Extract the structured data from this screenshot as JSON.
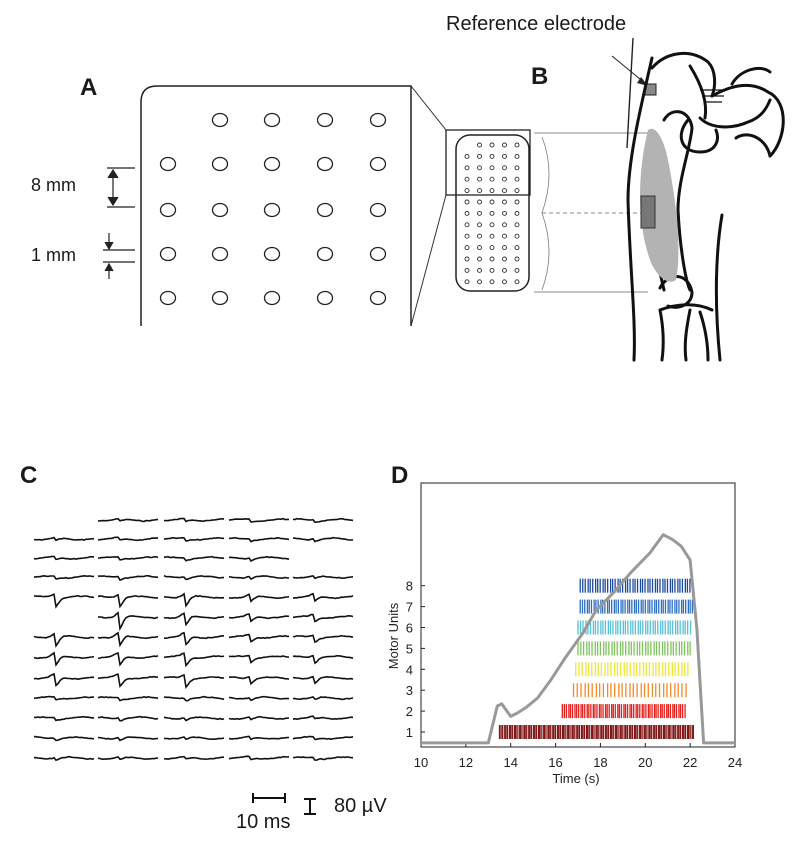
{
  "panels": {
    "a": "A",
    "b": "B",
    "c": "C",
    "d": "D"
  },
  "panel_a": {
    "dim_spacing": "8 mm",
    "dim_diameter": "1 mm"
  },
  "panel_b": {
    "reference_label": "Reference electrode"
  },
  "panel_c": {
    "scale_time": "10 ms",
    "scale_amp": "80 µV"
  },
  "chart_data": {
    "type": "raster",
    "xlabel": "Time (s)",
    "ylabel": "Motor Units",
    "xlim": [
      10,
      24
    ],
    "x_ticks": [
      10,
      12,
      14,
      16,
      18,
      20,
      22,
      24
    ],
    "y_ticks": [
      1,
      2,
      3,
      4,
      5,
      6,
      7,
      8
    ],
    "force_trace": {
      "color": "#999999",
      "points": [
        [
          10,
          0.05
        ],
        [
          13.0,
          0.05
        ],
        [
          13.4,
          1.65
        ],
        [
          13.6,
          1.75
        ],
        [
          14.0,
          1.2
        ],
        [
          14.3,
          1.35
        ],
        [
          14.7,
          1.6
        ],
        [
          15.2,
          2.0
        ],
        [
          15.8,
          2.8
        ],
        [
          16.4,
          3.7
        ],
        [
          17.2,
          4.8
        ],
        [
          17.8,
          5.8
        ],
        [
          18.6,
          6.6
        ],
        [
          19.4,
          7.5
        ],
        [
          20.2,
          8.3
        ],
        [
          20.8,
          9.1
        ],
        [
          21.2,
          8.9
        ],
        [
          21.6,
          8.6
        ],
        [
          22.0,
          8.0
        ],
        [
          22.3,
          5.0
        ],
        [
          22.6,
          0.05
        ],
        [
          24,
          0.05
        ]
      ]
    },
    "series": [
      {
        "unit": 1,
        "start": 13.5,
        "end": 22.2,
        "rate": 14,
        "color": "#7f1717"
      },
      {
        "unit": 2,
        "start": 16.3,
        "end": 21.8,
        "rate": 11,
        "color": "#e3201b"
      },
      {
        "unit": 3,
        "start": 16.8,
        "end": 21.9,
        "rate": 6,
        "color": "#f28a28"
      },
      {
        "unit": 4,
        "start": 16.9,
        "end": 22.0,
        "rate": 7,
        "color": "#ebe639"
      },
      {
        "unit": 5,
        "start": 17.0,
        "end": 22.0,
        "rate": 8,
        "color": "#7dc45c"
      },
      {
        "unit": 6,
        "start": 17.0,
        "end": 22.1,
        "rate": 9,
        "color": "#58c0d3"
      },
      {
        "unit": 7,
        "start": 17.1,
        "end": 22.1,
        "rate": 10,
        "color": "#2f6fc2"
      },
      {
        "unit": 8,
        "start": 17.1,
        "end": 22.1,
        "rate": 9,
        "color": "#1d4c9e"
      }
    ]
  }
}
